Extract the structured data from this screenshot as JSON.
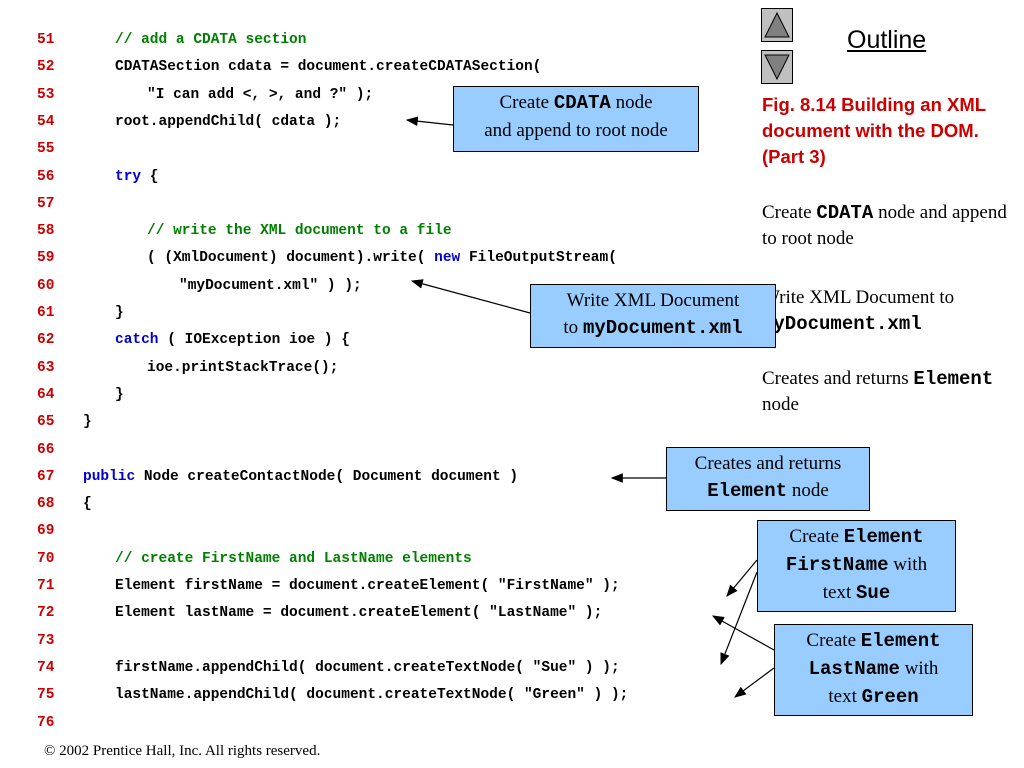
{
  "code_lines": [
    {
      "num": "51",
      "indent": 3,
      "parts": [
        {
          "t": "// add a CDATA section",
          "c": "comment"
        }
      ]
    },
    {
      "num": "52",
      "indent": 3,
      "parts": [
        {
          "t": "CDATASection cdata = document.createCDATASection(",
          "c": "plain"
        }
      ]
    },
    {
      "num": "53",
      "indent": 5,
      "parts": [
        {
          "t": "\"I can add <, >, and ?\" );",
          "c": "plain"
        }
      ]
    },
    {
      "num": "54",
      "indent": 3,
      "parts": [
        {
          "t": "root.appendChild( cdata );",
          "c": "plain"
        }
      ]
    },
    {
      "num": "55",
      "indent": 0,
      "parts": []
    },
    {
      "num": "56",
      "indent": 3,
      "parts": [
        {
          "t": "try",
          "c": "keyword"
        },
        {
          "t": " {",
          "c": "plain"
        }
      ]
    },
    {
      "num": "57",
      "indent": 0,
      "parts": []
    },
    {
      "num": "58",
      "indent": 5,
      "parts": [
        {
          "t": "// write the XML document to a file",
          "c": "comment"
        }
      ]
    },
    {
      "num": "59",
      "indent": 5,
      "parts": [
        {
          "t": "( (XmlDocument) document).write( ",
          "c": "plain"
        },
        {
          "t": "new",
          "c": "keyword"
        },
        {
          "t": " FileOutputStream(",
          "c": "plain"
        }
      ]
    },
    {
      "num": "60",
      "indent": 7,
      "parts": [
        {
          "t": "\"myDocument.xml\" ) );",
          "c": "plain"
        }
      ]
    },
    {
      "num": "61",
      "indent": 3,
      "parts": [
        {
          "t": "}",
          "c": "plain"
        }
      ]
    },
    {
      "num": "62",
      "indent": 3,
      "parts": [
        {
          "t": "catch",
          "c": "keyword"
        },
        {
          "t": " ( IOException ioe ) {",
          "c": "plain"
        }
      ]
    },
    {
      "num": "63",
      "indent": 5,
      "parts": [
        {
          "t": "ioe.printStackTrace();",
          "c": "plain"
        }
      ]
    },
    {
      "num": "64",
      "indent": 3,
      "parts": [
        {
          "t": "}",
          "c": "plain"
        }
      ]
    },
    {
      "num": "65",
      "indent": 1,
      "parts": [
        {
          "t": "}",
          "c": "plain"
        }
      ]
    },
    {
      "num": "66",
      "indent": 0,
      "parts": []
    },
    {
      "num": "67",
      "indent": 1,
      "parts": [
        {
          "t": "public",
          "c": "keyword"
        },
        {
          "t": " Node createContactNode( Document document )",
          "c": "plain"
        }
      ]
    },
    {
      "num": "68",
      "indent": 1,
      "parts": [
        {
          "t": "{",
          "c": "plain"
        }
      ]
    },
    {
      "num": "69",
      "indent": 0,
      "parts": []
    },
    {
      "num": "70",
      "indent": 3,
      "parts": [
        {
          "t": "// create FirstName and LastName elements",
          "c": "comment"
        }
      ]
    },
    {
      "num": "71",
      "indent": 3,
      "parts": [
        {
          "t": "Element firstName = document.createElement( \"FirstName\" );",
          "c": "plain"
        }
      ]
    },
    {
      "num": "72",
      "indent": 3,
      "parts": [
        {
          "t": "Element lastName = document.createElement( \"LastName\" );",
          "c": "plain"
        }
      ]
    },
    {
      "num": "73",
      "indent": 0,
      "parts": []
    },
    {
      "num": "74",
      "indent": 3,
      "parts": [
        {
          "t": "firstName.appendChild( document.createTextNode( \"Sue\" ) );",
          "c": "plain"
        }
      ]
    },
    {
      "num": "75",
      "indent": 3,
      "parts": [
        {
          "t": "lastName.appendChild( document.createTextNode( \"Green\" ) );",
          "c": "plain"
        }
      ]
    },
    {
      "num": "76",
      "indent": 0,
      "parts": []
    }
  ],
  "callouts": {
    "cdata": {
      "l1a": "Create ",
      "l1b": "CDATA",
      "l1c": " node",
      "l2": "and append to root node"
    },
    "write": {
      "l1": "Write XML Document",
      "l2a": "to ",
      "l2b": "myDocument.xml"
    },
    "element": {
      "l1": "Creates and returns",
      "l2a": "Element",
      "l2b": " node"
    },
    "first": {
      "l1a": "Create ",
      "l1b": "Element",
      "l2a": "FirstName",
      "l2b": " with",
      "l3a": "text ",
      "l3b": "Sue"
    },
    "last": {
      "l1a": "Create ",
      "l1b": "Element",
      "l2a": "LastName",
      "l2b": " with",
      "l3a": "text ",
      "l3b": "Green"
    }
  },
  "sidebar": {
    "title": "Outline",
    "caption": "Fig. 8.14  Building an XML document with the DOM. (Part 3)",
    "note_cdata_a": "Create ",
    "note_cdata_b": "CDATA",
    "note_cdata_c": " node and append to root node",
    "note_write_a": "Write XML Document to ",
    "note_write_b": "myDocument.xml",
    "note_element_a": "Creates and returns ",
    "note_element_b": "Element",
    "note_element_c": " node"
  },
  "footer": "© 2002 Prentice Hall, Inc.  All rights reserved."
}
